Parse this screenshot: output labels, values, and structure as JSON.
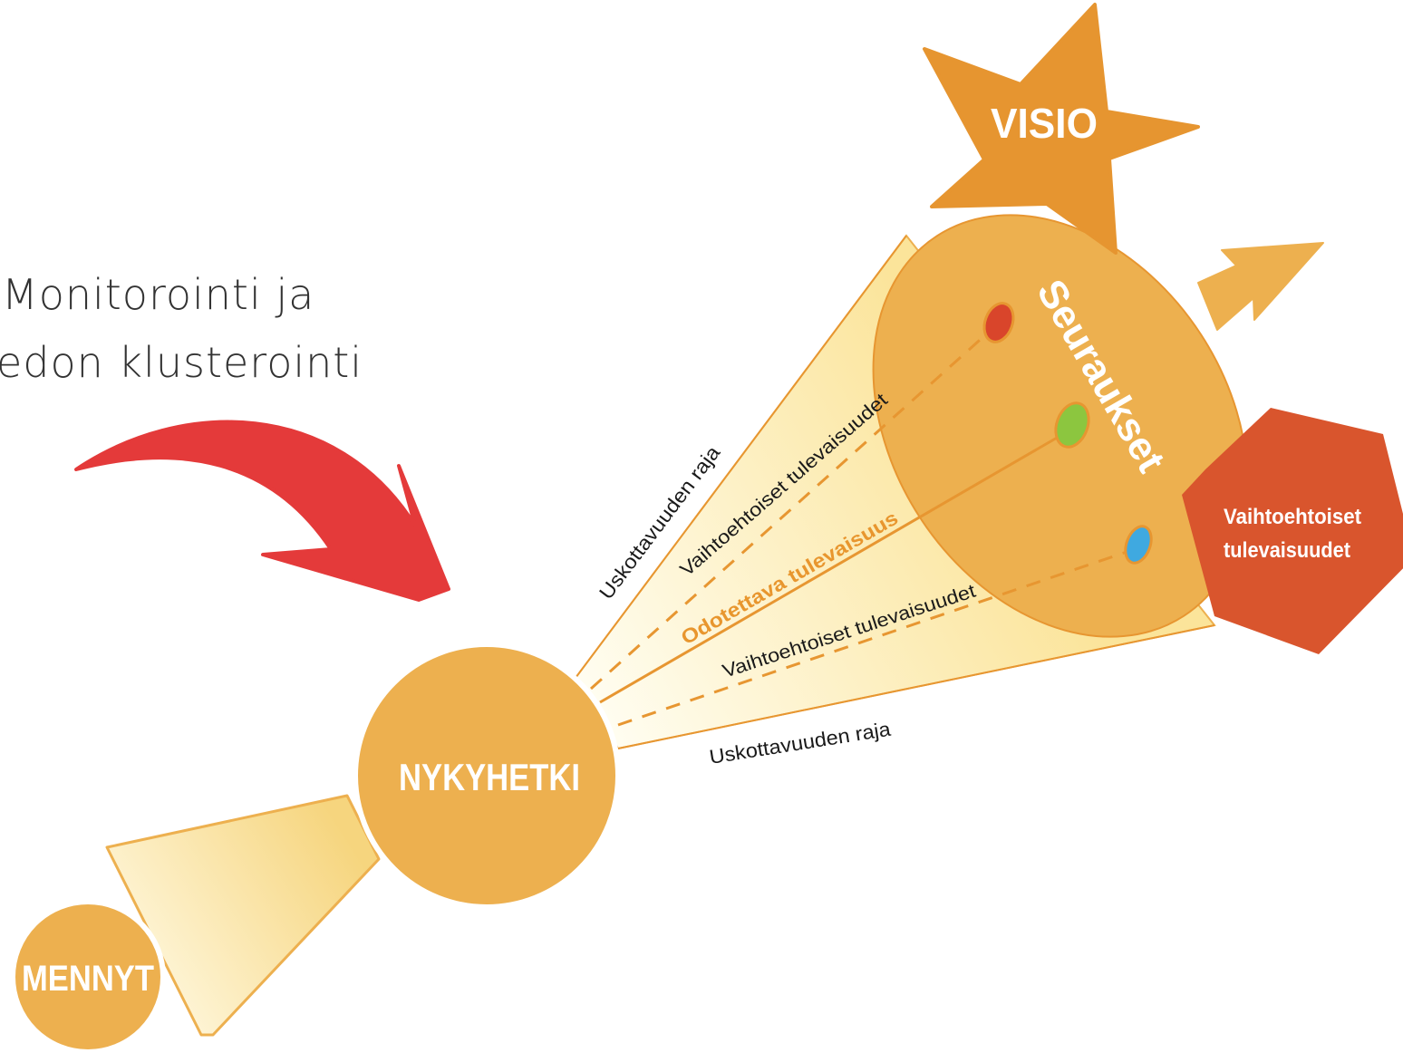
{
  "caption": {
    "line1": "Monitorointi ja",
    "line2": "edon klusterointi"
  },
  "nodes": {
    "past": "MENNYT",
    "present": "NYKYHETKI",
    "vision": "VISIO",
    "consequences": "Seuraukset",
    "alternatives_line1": "Vaihtoehtoiset",
    "alternatives_line2": "tulevaisuudet"
  },
  "cone_labels": {
    "upper_limit": "Uskottavuuden raja",
    "upper_alternative": "Vaihtoehtoiset tulevaisuudet",
    "expected": "Odotettava tulevaisuus",
    "lower_alternative": "Vaihtoehtoiset tulevaisuudet",
    "lower_limit": "Uskottavuuden raja"
  },
  "colors": {
    "orange_main": "#EDB04F",
    "orange_dark": "#E79631",
    "orange_star": "#E69530",
    "red_hex": "#D9552D",
    "red_arrow": "#E43A3A",
    "dot_red": "#D9452B",
    "dot_green": "#8CC63F",
    "dot_blue": "#3FA9E0",
    "cone_light": "#FFF7C8",
    "expected_label": "#E8962E"
  },
  "icons": {
    "red_arrow": "curved-arrow-icon",
    "small_arrow": "arrow-up-right-icon",
    "star": "star-icon",
    "hexagon": "hexagon-icon"
  }
}
